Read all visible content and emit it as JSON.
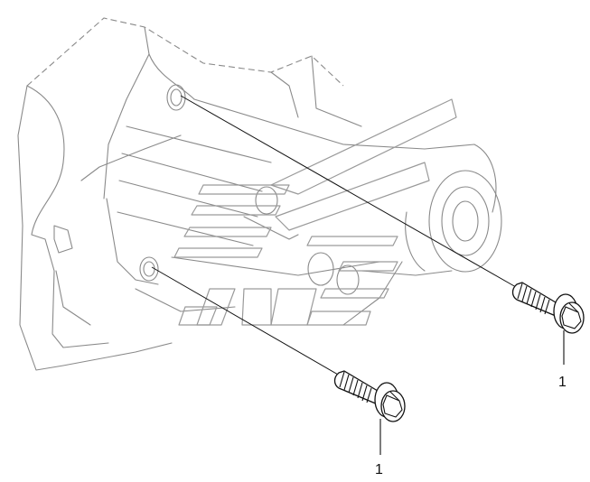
{
  "callouts": [
    {
      "id": "bolt-right",
      "label": "1"
    },
    {
      "id": "bolt-left",
      "label": "1"
    }
  ],
  "colors": {
    "ghost_stroke": "#8a8a8a",
    "part_stroke": "#111111",
    "background": "#ffffff"
  }
}
